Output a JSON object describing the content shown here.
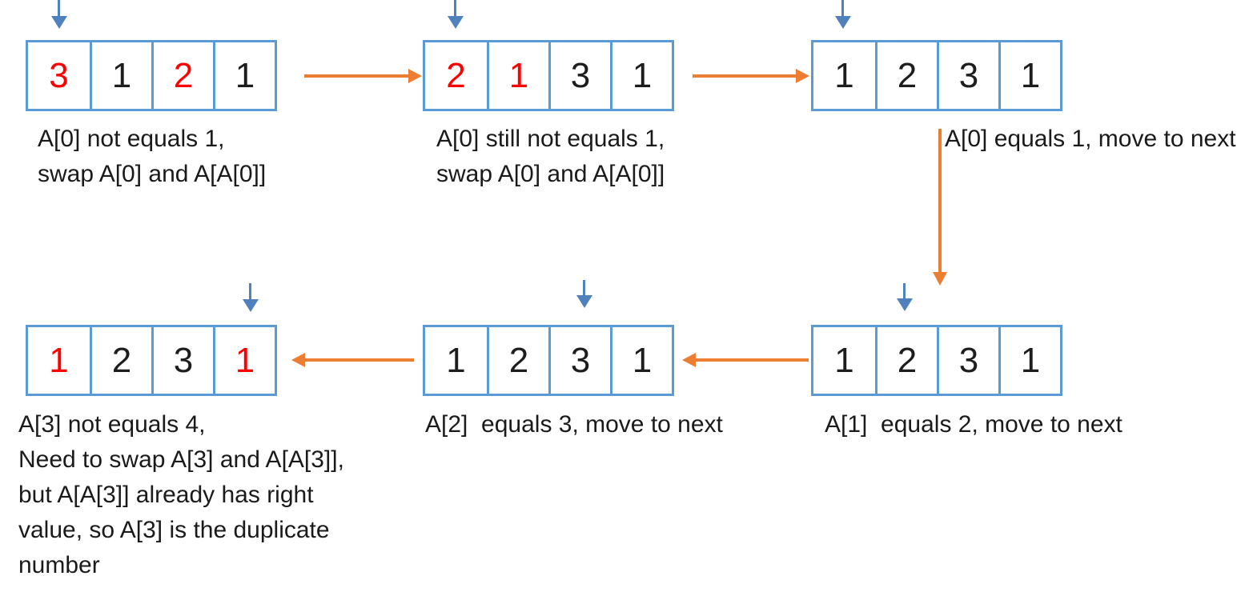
{
  "diagram": {
    "colors": {
      "cell_border": "#5B9BD5",
      "flow_arrow_orange": "#ED7D31",
      "pointer_arrow_blue": "#4F81BD",
      "highlight_red": "#FF0000",
      "text_black": "#1A1A1A"
    },
    "steps": [
      {
        "name": "step-1",
        "cells": [
          {
            "v": "3",
            "color": "red"
          },
          {
            "v": "1",
            "color": "black"
          },
          {
            "v": "2",
            "color": "red"
          },
          {
            "v": "1",
            "color": "black"
          }
        ],
        "caption": "A[0] not equals 1,\nswap A[0] and A[A[0]]"
      },
      {
        "name": "step-2",
        "cells": [
          {
            "v": "2",
            "color": "red"
          },
          {
            "v": "1",
            "color": "red"
          },
          {
            "v": "3",
            "color": "black"
          },
          {
            "v": "1",
            "color": "black"
          }
        ],
        "caption": "A[0] still not equals 1,\nswap A[0] and A[A[0]]"
      },
      {
        "name": "step-3",
        "cells": [
          {
            "v": "1",
            "color": "black"
          },
          {
            "v": "2",
            "color": "black"
          },
          {
            "v": "3",
            "color": "black"
          },
          {
            "v": "1",
            "color": "black"
          }
        ],
        "caption": "A[0] equals 1, move to next"
      },
      {
        "name": "step-4",
        "cells": [
          {
            "v": "1",
            "color": "black"
          },
          {
            "v": "2",
            "color": "black"
          },
          {
            "v": "3",
            "color": "black"
          },
          {
            "v": "1",
            "color": "black"
          }
        ],
        "caption": "A[1]  equals 2, move to next"
      },
      {
        "name": "step-5",
        "cells": [
          {
            "v": "1",
            "color": "black"
          },
          {
            "v": "2",
            "color": "black"
          },
          {
            "v": "3",
            "color": "black"
          },
          {
            "v": "1",
            "color": "black"
          }
        ],
        "caption": "A[2]  equals 3, move to next"
      },
      {
        "name": "step-6",
        "cells": [
          {
            "v": "1",
            "color": "red"
          },
          {
            "v": "2",
            "color": "black"
          },
          {
            "v": "3",
            "color": "black"
          },
          {
            "v": "1",
            "color": "red"
          }
        ],
        "caption": "A[3] not equals 4,\nNeed to swap A[3] and A[A[3]],\nbut A[A[3]] already has right\nvalue, so A[3] is the duplicate\nnumber"
      }
    ]
  }
}
